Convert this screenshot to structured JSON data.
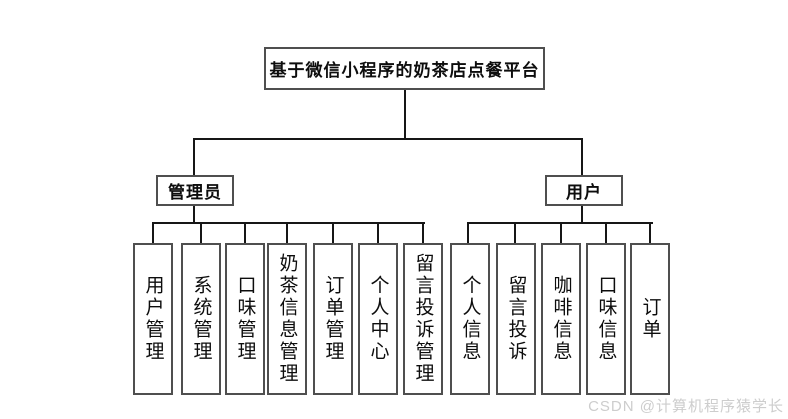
{
  "diagram": {
    "root": "基于微信小程序的奶茶店点餐平台",
    "branches": [
      {
        "label": "管理员",
        "children": [
          "用户管理",
          "系统管理",
          "口味管理",
          "奶茶信息管理",
          "订单管理",
          "个人中心",
          "留言投诉管理"
        ]
      },
      {
        "label": "用户",
        "children": [
          "个人信息",
          "留言投诉",
          "咖啡信息",
          "口味信息",
          "订单"
        ]
      }
    ]
  },
  "watermark": "CSDN @计算机程序猿学长",
  "colors": {
    "line": "#161616",
    "box_border": "#4f4f4f",
    "text": "#0d0d0d",
    "watermark": "#cdcdcd",
    "background": "#ffffff"
  }
}
